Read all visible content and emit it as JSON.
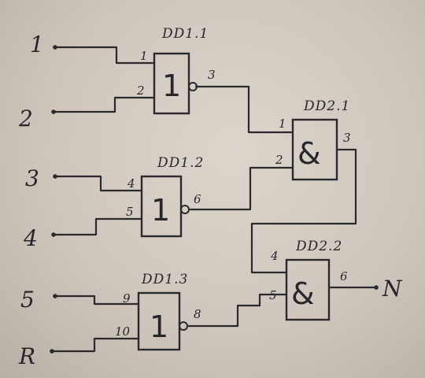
{
  "inputs": [
    {
      "label": "1"
    },
    {
      "label": "2"
    },
    {
      "label": "3"
    },
    {
      "label": "4"
    },
    {
      "label": "5"
    },
    {
      "label": "R"
    }
  ],
  "output": {
    "label": "N"
  },
  "gates": [
    {
      "id": "dd1_1",
      "ref": "DD1.1",
      "symbol": "1",
      "pins": [
        "1",
        "2",
        "3"
      ]
    },
    {
      "id": "dd1_2",
      "ref": "DD1.2",
      "symbol": "1",
      "pins": [
        "4",
        "5",
        "6"
      ]
    },
    {
      "id": "dd1_3",
      "ref": "DD1.3",
      "symbol": "1",
      "pins": [
        "9",
        "10",
        "8"
      ]
    },
    {
      "id": "dd2_1",
      "ref": "DD2.1",
      "symbol": "&",
      "pins": [
        "1",
        "2",
        "3"
      ]
    },
    {
      "id": "dd2_2",
      "ref": "DD2.2",
      "symbol": "&",
      "pins": [
        "4",
        "5",
        "6"
      ]
    }
  ]
}
